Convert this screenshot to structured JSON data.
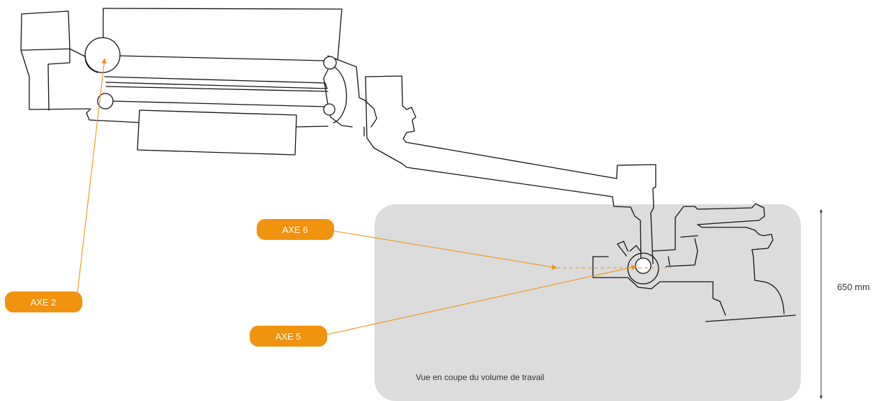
{
  "colors": {
    "accent": "#f0930f",
    "workspace": "#dcdcdc",
    "outline": "#111111",
    "label_text": "#ffffff"
  },
  "labels": {
    "axe2": "AXE 2",
    "axe6": "AXE 6",
    "axe5": "AXE 5"
  },
  "workspace": {
    "caption": "Vue en coupe du volume de travail"
  },
  "dimension": {
    "label": "650 mm"
  }
}
